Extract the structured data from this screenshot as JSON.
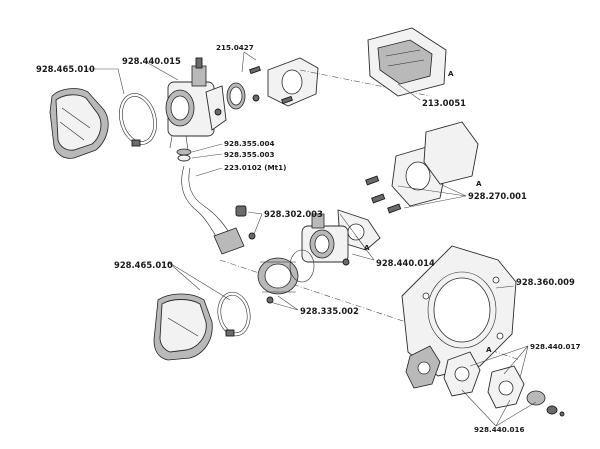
{
  "labels": {
    "p_928_465_010_top": "928.465.010",
    "p_928_440_015": "928.440.015",
    "p_215_0427": "215.0427",
    "p_213_0051": "213.0051",
    "p_928_355_004": "928.355.004",
    "p_928_355_003": "928.355.003",
    "p_223_0102": "223.0102 (Mt1)",
    "p_928_270_001": "928.270.001",
    "p_928_302_003": "928.302.003",
    "p_928_465_010_bottom": "928.465.010",
    "p_928_440_014": "928.440.014",
    "p_928_360_009": "928.360.009",
    "p_928_335_002": "928.335.002",
    "p_928_440_017": "928.440.017",
    "p_928_440_016": "928.440.016"
  }
}
